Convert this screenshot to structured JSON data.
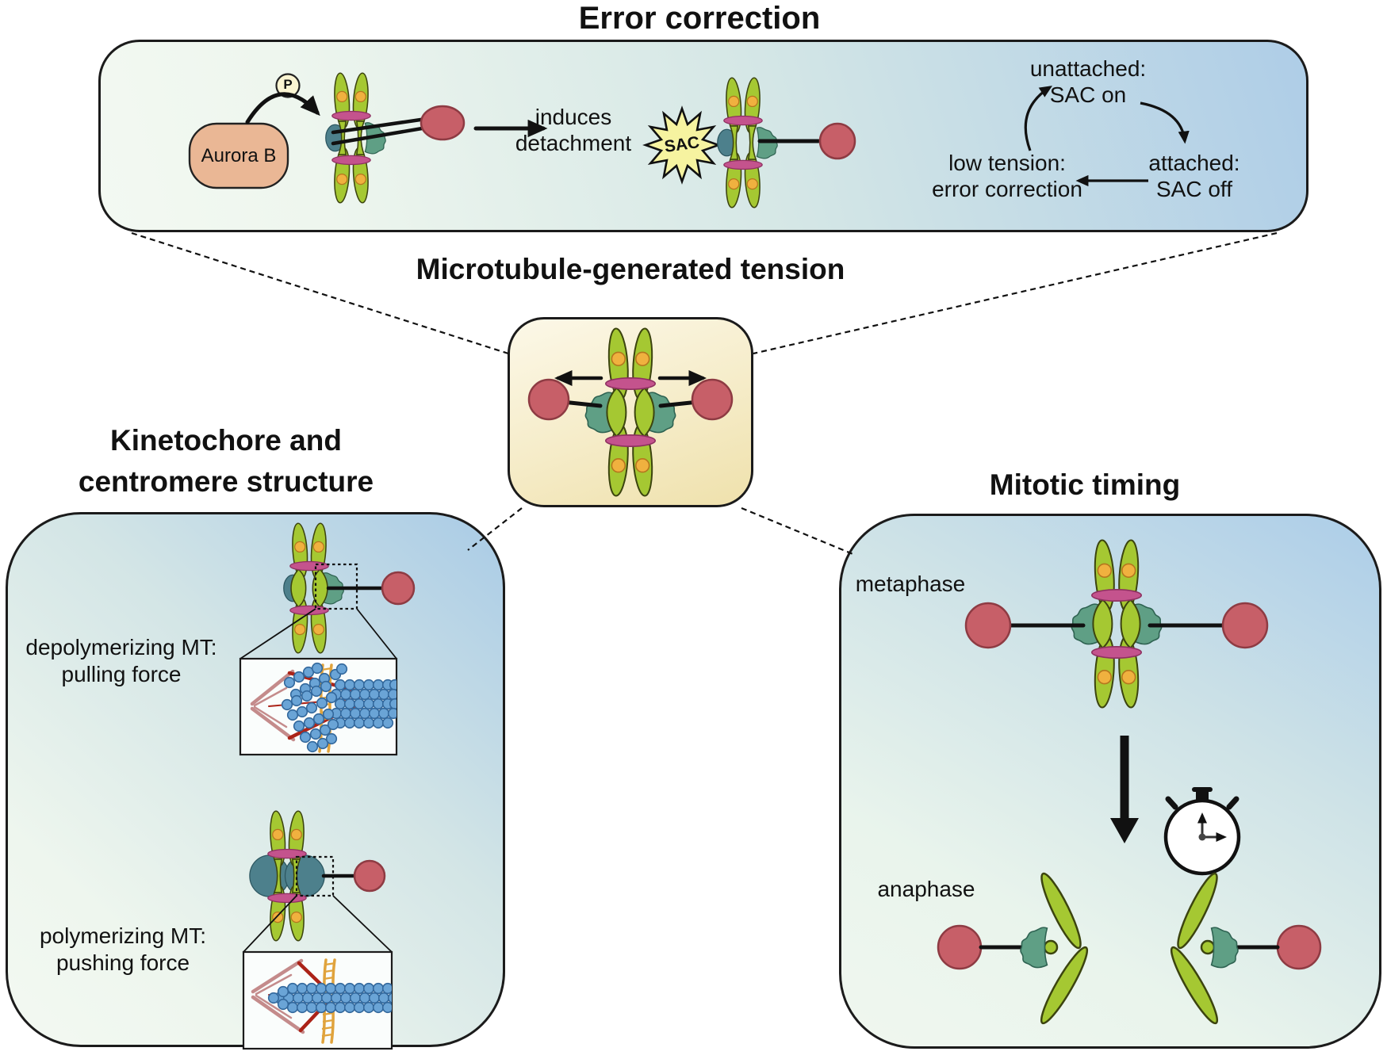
{
  "titles": {
    "error": "Error correction",
    "tension": "Microtubule-generated tension",
    "kinetochore_l1": "Kinetochore and",
    "kinetochore_l2": "centromere structure",
    "mitotic": "Mitotic timing"
  },
  "error_panel": {
    "aurora": "Aurora B",
    "phospho": "P",
    "induces_l1": "induces",
    "induces_l2": "detachment",
    "sac": "SAC",
    "cycle": {
      "unattached_l1": "unattached:",
      "unattached_l2": "SAC on",
      "attached_l1": "attached:",
      "attached_l2": "SAC off",
      "low_l1": "low tension:",
      "low_l2": "error correction"
    }
  },
  "kinetochore_panel": {
    "depoly_l1": "depolymerizing MT:",
    "depoly_l2": "pulling force",
    "poly_l1": "polymerizing MT:",
    "poly_l2": "pushing force"
  },
  "timing_panel": {
    "metaphase": "metaphase",
    "anaphase": "anaphase"
  },
  "colors": {
    "chromatid_green": "#a5c832",
    "kinetochore_teal": "#4d808c",
    "kinetochore_green": "#5f9f85",
    "centromere_band": "#c4538d",
    "chromatid_dot": "#f0b13f",
    "spindle_pole": "#c75f68",
    "aurora_blob": "#eab795",
    "sac_star": "#f6f3a0",
    "microtubule": "#111111",
    "inset_dot": "#6aa4d6",
    "inset_fiber_red": "#ab2318",
    "inset_fiber_pink": "#c48b8b",
    "inset_ladder": "#e0a33c",
    "panel_blue": "#aecde7",
    "panel_cream": "#f6edcb"
  }
}
